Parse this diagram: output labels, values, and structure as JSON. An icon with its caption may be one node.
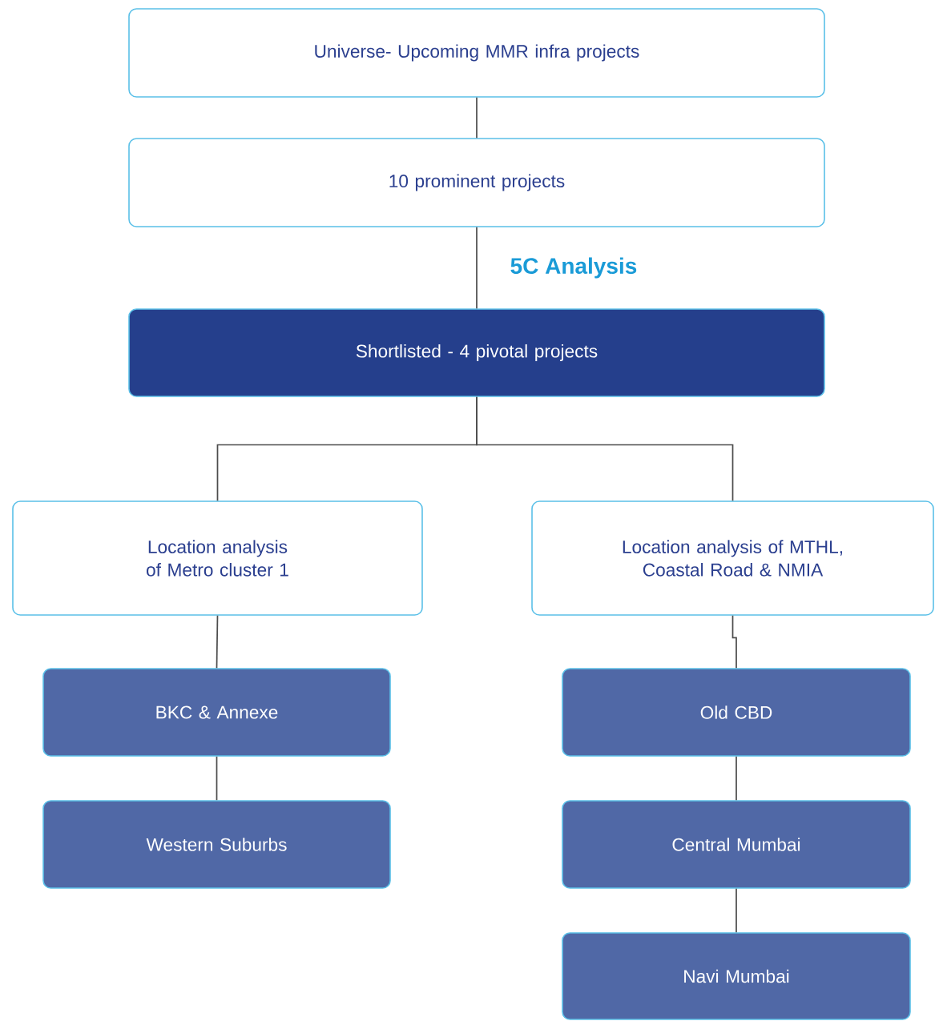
{
  "diagram": {
    "nodes": [
      {
        "text": [
          "Universe- Upcoming MMR infra projects"
        ]
      },
      {
        "text": [
          "10 prominent projects"
        ]
      },
      {
        "text": [
          "Shortlisted - 4 pivotal projects"
        ]
      },
      {
        "text": [
          "Location analysis of Metro cluster 1"
        ]
      },
      {
        "text": [
          "Location analysis of MTHL, Coastal Road & NMIA"
        ]
      },
      {
        "text": [
          "BKC & Annexe"
        ]
      },
      {
        "text": [
          "Western Suburbs"
        ]
      },
      {
        "text": [
          "Old CBD"
        ]
      },
      {
        "text": [
          "Central Mumbai"
        ]
      },
      {
        "text": [
          "Navi Mumbai"
        ]
      }
    ],
    "edges": [
      {
        "from": 0,
        "to": 1,
        "arrow": "none"
      },
      {
        "from": 1,
        "to": 2,
        "arrow": "none",
        "label": "5C Analysis"
      },
      {
        "from": 2,
        "to": 3,
        "arrow": "none"
      },
      {
        "from": 2,
        "to": 4,
        "arrow": "none"
      },
      {
        "from": 3,
        "to": 5,
        "arrow": "none"
      },
      {
        "from": 5,
        "to": 6,
        "arrow": "none"
      },
      {
        "from": 4,
        "to": 7,
        "arrow": "none"
      },
      {
        "from": 7,
        "to": 8,
        "arrow": "none"
      },
      {
        "from": 8,
        "to": 9,
        "arrow": "none"
      }
    ]
  }
}
